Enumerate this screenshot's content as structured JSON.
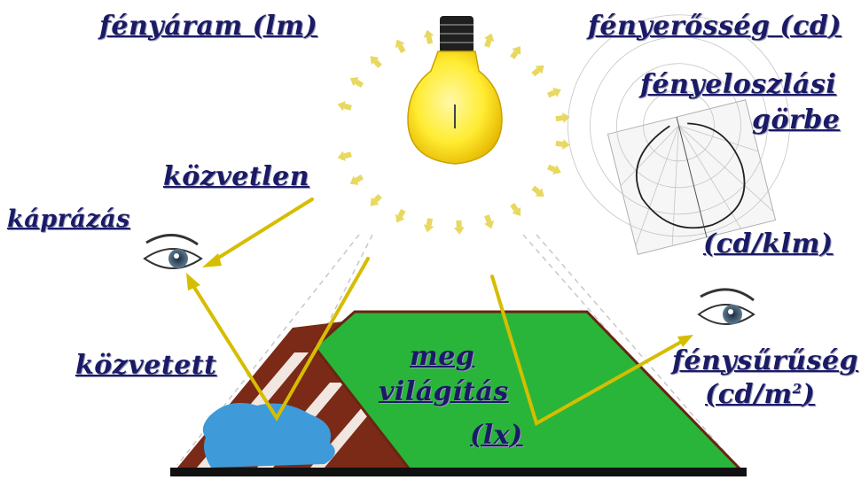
{
  "labels": {
    "luminous_flux": "fényáram (lm)",
    "luminous_intensity": "fényerősség (cd)",
    "distribution_curve_line1": "fényeloszlási",
    "distribution_curve_line2": "görbe",
    "distribution_unit": "(cd/klm)",
    "direct": "közvetlen",
    "glare": "káprázás",
    "indirect": "közvetett",
    "illumination_line1": "meg",
    "illumination_line2": "világítás",
    "illumination_unit": "(lx)",
    "luminance": "fénysűrűség",
    "luminance_unit_base": "(cd/m",
    "luminance_unit_sup": "2",
    "luminance_unit_close": ")"
  },
  "icons": [
    "light-bulb-icon",
    "eye-icon",
    "polar-diagram-icon",
    "light-ray-arrow-icon"
  ],
  "colors": {
    "label_text": "#1a1a66",
    "bulb": "#ffee3a",
    "bulb_base": "#222222",
    "arrows": "#e8d860",
    "rays": "#d6bd00",
    "floor_green": "#29b53a",
    "wall_brown": "#7a2a16",
    "puddle": "#3e9ad8"
  }
}
